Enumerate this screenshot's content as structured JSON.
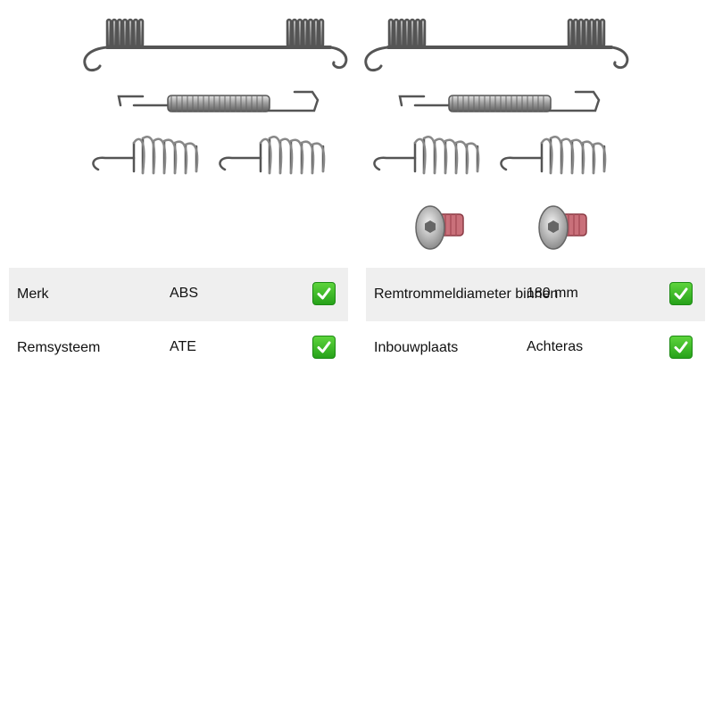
{
  "product": {
    "image_icon": "brake-spring-kit-icon"
  },
  "specs": {
    "left": [
      {
        "label": "Merk",
        "value": "ABS"
      },
      {
        "label": "Remsysteem",
        "value": "ATE"
      }
    ],
    "right": [
      {
        "label": "Remtrommeldiameter binnen",
        "value": "180 mm"
      },
      {
        "label": "Inbouwplaats",
        "value": "Achteras"
      }
    ],
    "check_icon": "check-mark-icon",
    "accent_color": "#2ea61f",
    "row_shade": "#efefef"
  }
}
